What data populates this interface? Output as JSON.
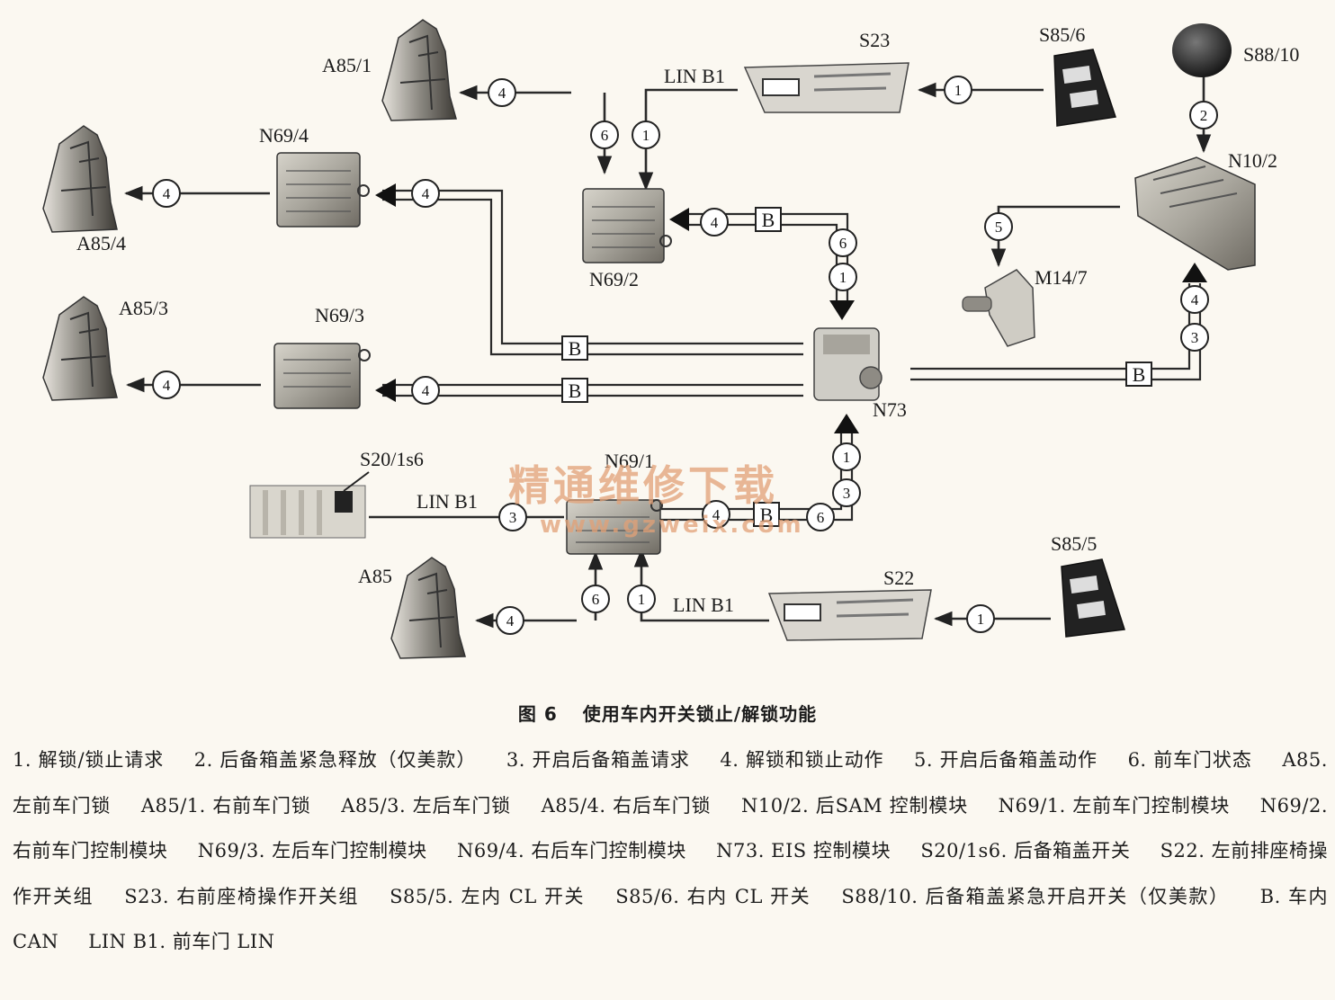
{
  "figure": {
    "caption_no": "图 6",
    "caption_title": "使用车内开关锁止/解锁功能"
  },
  "components": {
    "A85_1": "A85/1",
    "A85_4": "A85/4",
    "A85_3": "A85/3",
    "A85": "A85",
    "N69_4": "N69/4",
    "N69_3": "N69/3",
    "N69_2": "N69/2",
    "N69_1": "N69/1",
    "N73": "N73",
    "S23": "S23",
    "S22": "S22",
    "S85_6": "S85/6",
    "S85_5": "S85/5",
    "S88_10": "S88/10",
    "N10_2": "N10/2",
    "M14_7": "M14/7",
    "S20_1s6": "S20/1s6"
  },
  "bus_labels": {
    "lin_b1": "LIN B1",
    "can_b": "B"
  },
  "signal_numbers": [
    "1",
    "2",
    "3",
    "4",
    "5",
    "6"
  ],
  "watermark": {
    "cn": "精通维修下载",
    "url": "www.gzweix.com"
  },
  "legend": [
    "1. 解锁/锁止请求",
    "2. 后备箱盖紧急释放（仅美款）",
    "3. 开启后备箱盖请求",
    "4. 解锁和锁止动作",
    "5. 开启后备箱盖动作",
    "6. 前车门状态",
    "A85. 左前车门锁",
    "A85/1. 右前车门锁",
    "A85/3. 左后车门锁",
    "A85/4. 右后车门锁",
    "N10/2. 后SAM 控制模块",
    "N69/1. 左前车门控制模块",
    "N69/2. 右前车门控制模块",
    "N69/3. 左后车门控制模块",
    "N69/4. 右后车门控制模块",
    "N73. EIS 控制模块",
    "S20/1s6. 后备箱盖开关",
    "S22. 左前排座椅操作开关组",
    "S23. 右前座椅操作开关组",
    "S85/5. 左内 CL 开关",
    "S85/6. 右内 CL 开关",
    "S88/10. 后备箱盖紧急开启开关（仅美款）",
    "B. 车内 CAN",
    "LIN B1. 前车门 LIN"
  ],
  "colors": {
    "line": "#2a2a2a",
    "module_fill": "#b9b6ad",
    "module_dark": "#6b675f",
    "watermark": "#e2a177",
    "background": "#fbf8f1"
  }
}
